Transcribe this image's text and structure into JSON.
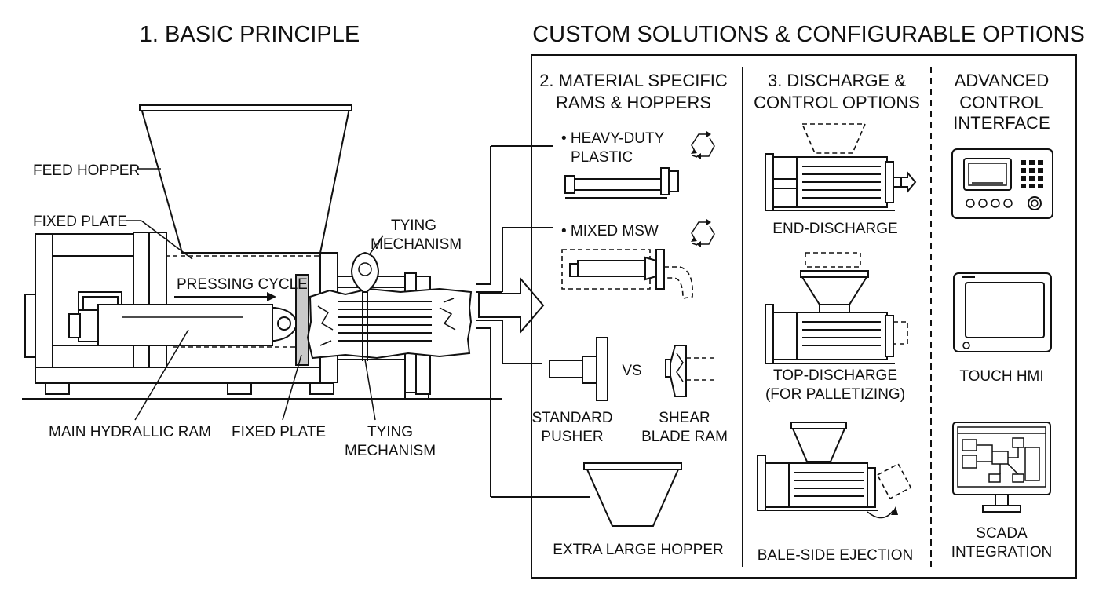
{
  "titles": {
    "basic": "1. BASIC PRINCIPLE",
    "custom": "CUSTOM SOLUTIONS & CONFIGURABLE OPTIONS"
  },
  "basic": {
    "feed_hopper": "FEED HOPPER",
    "fixed_plate_top": "FIXED PLATE",
    "tying_top_1": "TYING",
    "tying_top_2": "MECHANISM",
    "pressing_cycle": "PRESSING CYCLE",
    "main_ram": "MAIN HYDRALLIC RAM",
    "fixed_plate_bottom": "FIXED PLATE",
    "tying_bottom_1": "TYING",
    "tying_bottom_2": "MECHANISM"
  },
  "section2": {
    "heading_1": "2. MATERIAL SPECIFIC",
    "heading_2": "RAMS & HOPPERS",
    "heavy_1": "• HEAVY-DUTY",
    "heavy_2": "PLASTIC",
    "mixed": "• MIXED MSW",
    "vs": "VS",
    "standard_1": "STANDARD",
    "standard_2": "PUSHER",
    "shear_1": "SHEAR",
    "shear_2": "BLADE RAM",
    "hopper": "EXTRA LARGE HOPPER"
  },
  "section3": {
    "heading_1": "3. DISCHARGE &",
    "heading_2": "CONTROL OPTIONS",
    "end": "END-DISCHARGE",
    "top_1": "TOP-DISCHARGE",
    "top_2": "(FOR PALLETIZING)",
    "side": "BALE-SIDE EJECTION"
  },
  "section4": {
    "heading_1": "ADVANCED",
    "heading_2": "CONTROL",
    "heading_3": "INTERFACE",
    "touch": "TOUCH HMI",
    "scada_1": "SCADA",
    "scada_2": "INTEGRATION"
  },
  "icons": [
    "recycle-icon",
    "control-panel-icon",
    "touch-hmi-icon",
    "scada-monitor-icon",
    "flow-arrow-icon"
  ]
}
